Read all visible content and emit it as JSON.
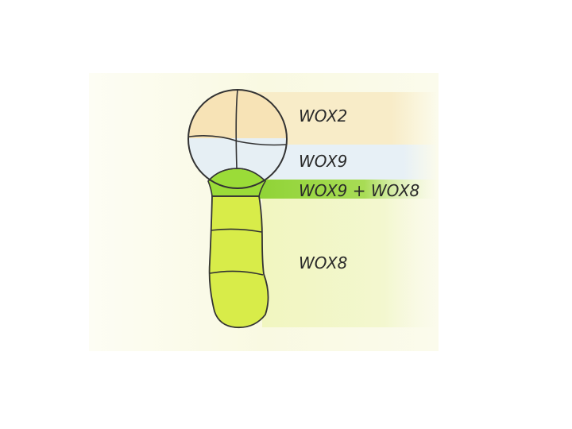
{
  "diagram": {
    "labels": {
      "wox2": "WOX2",
      "wox9": "WOX9",
      "wox9_wox8": "WOX9 + WOX8",
      "wox8": "WOX8"
    },
    "colors": {
      "background": "#fbfbe8",
      "apical_cells": "#f7e3b6",
      "central_cells": "#e6eff4",
      "transition_cells": "#9bdc38",
      "suspensor_cells": "#d8ec49",
      "outline": "#333333",
      "band_wox2": "#f8ecc8",
      "band_wox9": "#e7f0f6",
      "band_wox9_wox8": "#98d63d",
      "band_wox8": "#f1f6c2"
    }
  }
}
